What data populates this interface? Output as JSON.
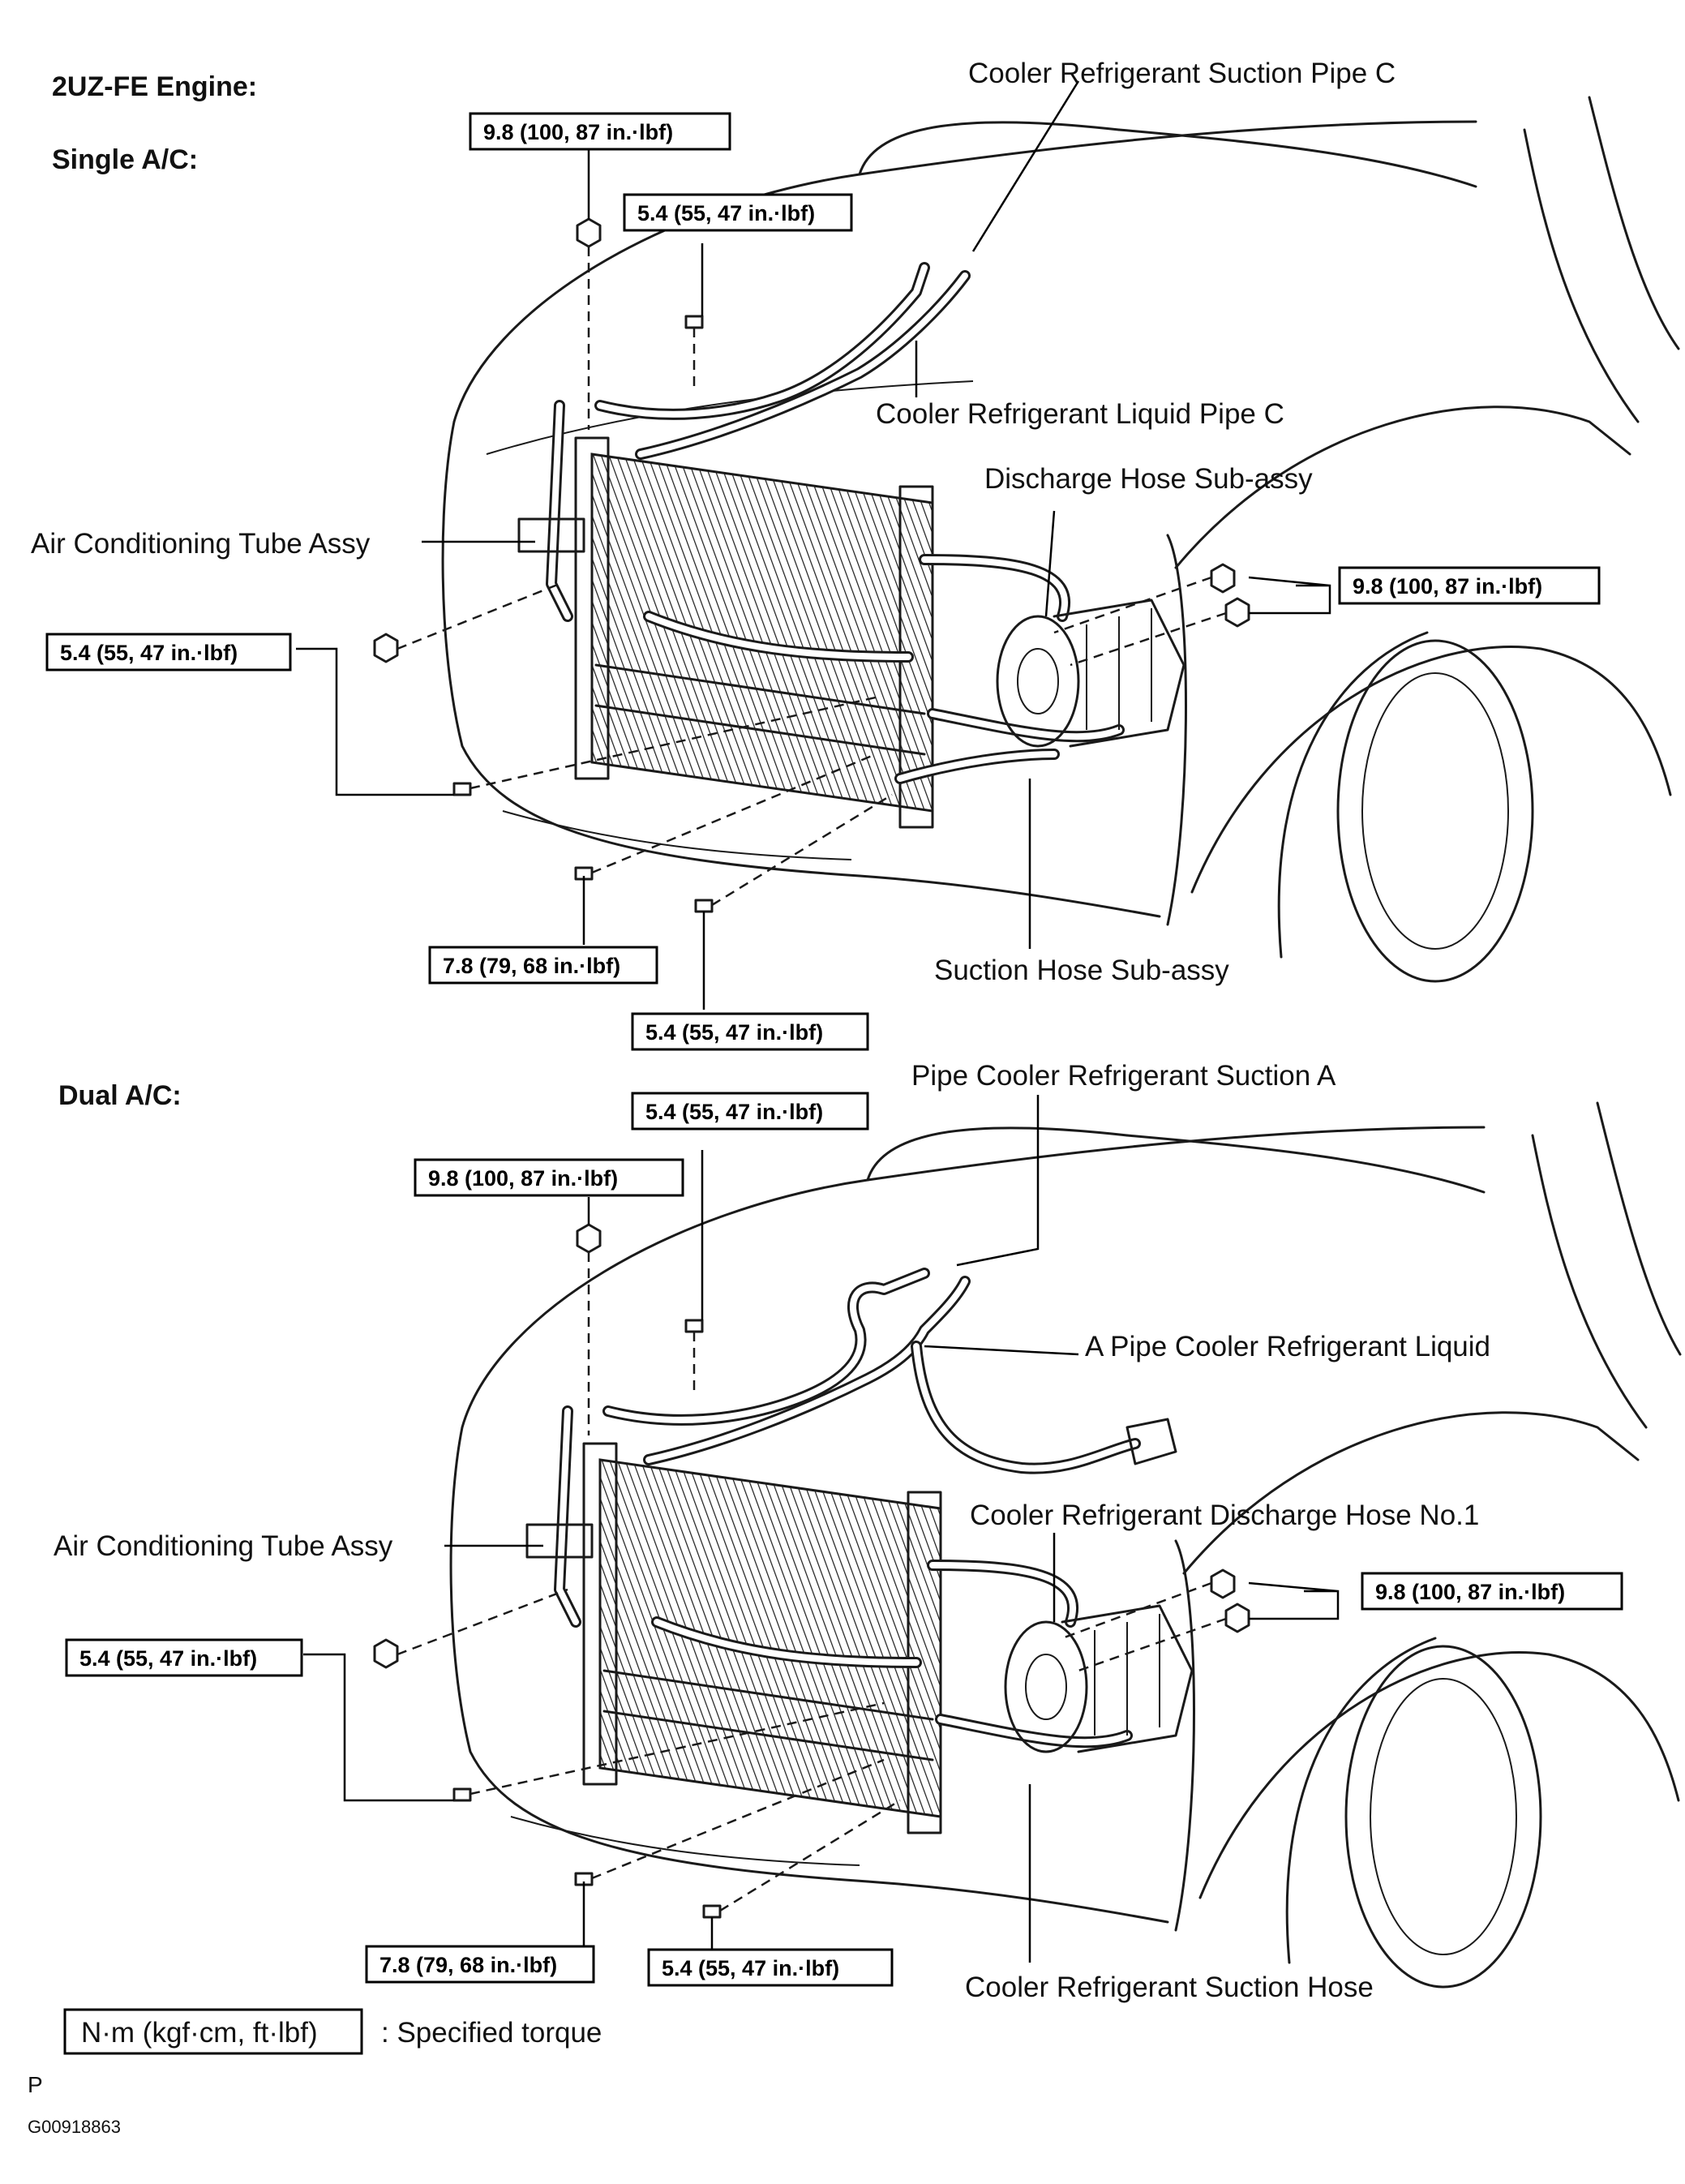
{
  "engine_title": "2UZ-FE Engine:",
  "single": {
    "title": "Single A/C:",
    "labels": {
      "suction_pipe": "Cooler Refrigerant Suction Pipe C",
      "liquid_pipe": "Cooler Refrigerant Liquid Pipe C",
      "discharge_hose": "Discharge Hose Sub-assy",
      "tube_assy": "Air Conditioning Tube Assy",
      "suction_hose": "Suction Hose Sub-assy"
    },
    "torques": {
      "top_nut": "9.8 (100, 87 in.·lbf)",
      "top_bolt": "5.4 (55, 47 in.·lbf)",
      "right_nuts": "9.8 (100, 87 in.·lbf)",
      "left_bolts": "5.4 (55, 47 in.·lbf)",
      "bottom_left": "7.8 (79, 68 in.·lbf)",
      "bottom_right": "5.4 (55, 47 in.·lbf)"
    }
  },
  "dual": {
    "title": "Dual A/C:",
    "labels": {
      "suction_pipe": "Pipe Cooler Refrigerant Suction A",
      "liquid_pipe": "A Pipe Cooler Refrigerant Liquid",
      "discharge_hose": "Cooler Refrigerant Discharge Hose No.1",
      "tube_assy": "Air Conditioning Tube Assy",
      "suction_hose": "Cooler Refrigerant Suction Hose"
    },
    "torques": {
      "top_bolt": "5.4 (55, 47 in.·lbf)",
      "top_nut": "9.8 (100, 87 in.·lbf)",
      "right_nuts": "9.8 (100, 87 in.·lbf)",
      "left_bolts": "5.4 (55, 47 in.·lbf)",
      "bottom_left": "7.8 (79, 68 in.·lbf)",
      "bottom_right": "5.4 (55, 47 in.·lbf)"
    }
  },
  "legend": {
    "unit": "N·m (kgf·cm, ft·lbf)",
    "meaning": ": Specified torque"
  },
  "footer": {
    "letter": "P",
    "code": "G00918863"
  }
}
